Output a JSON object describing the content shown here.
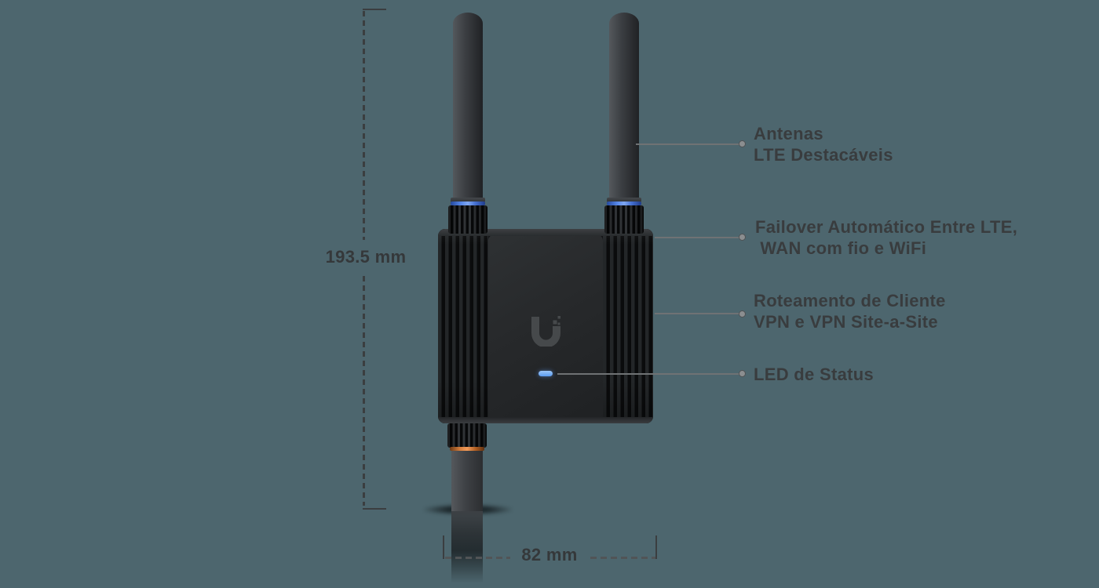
{
  "background_color": "#4d666e",
  "dimensions": {
    "height_label": "193.5 mm",
    "width_label": "82 mm"
  },
  "callouts": [
    {
      "lines": [
        "Antenas",
        "LTE Destacáveis"
      ]
    },
    {
      "lines": [
        "Failover Automático Entre LTE,",
        " WAN com fio e WiFi"
      ]
    },
    {
      "lines": [
        "Roteamento de Cliente",
        "VPN e VPN Site-a-Site"
      ]
    },
    {
      "lines": [
        "LED de Status"
      ]
    }
  ],
  "device": {
    "logo_icon": "ubiquiti-u-icon",
    "status_led_color": "#66a3f2",
    "antenna_ring_color": "#4a7de8",
    "bottom_ring_color": "#d9823f",
    "annotation_line_color": "#6f7274",
    "text_color": "#393c3e"
  }
}
